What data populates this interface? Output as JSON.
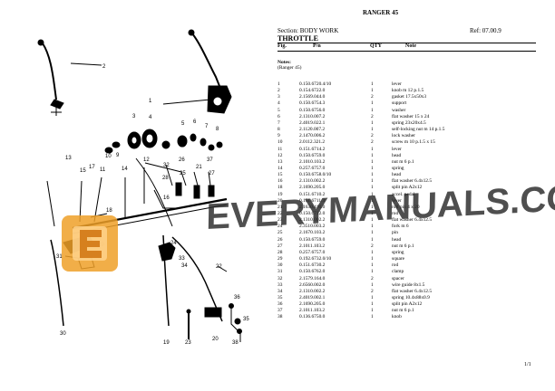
{
  "header": {
    "model": "RANGER 45",
    "section": "Section: BODY WORK",
    "ref": "Ref: 07.00.9",
    "title": "THROTTLE"
  },
  "columns": {
    "fig": "Fig.",
    "pn": "P/n",
    "qty": "QTY",
    "desc": "Note"
  },
  "notes": {
    "label": "Notes:",
    "text": "(Ranger 45)"
  },
  "parts": [
    {
      "fig": "1",
      "pn": "0.150.6720.4/10",
      "qty": "1",
      "desc": "lever"
    },
    {
      "fig": "2",
      "pn": "0.154.6722.0",
      "qty": "1",
      "desc": "knob m 12 p.1.5"
    },
    {
      "fig": "3",
      "pn": "2.1569.044.0",
      "qty": "2",
      "desc": "gasket 17.5x50x3"
    },
    {
      "fig": "4",
      "pn": "0.150.6754.3",
      "qty": "1",
      "desc": "support"
    },
    {
      "fig": "5",
      "pn": "0.150.6756.0",
      "qty": "1",
      "desc": "washer"
    },
    {
      "fig": "6",
      "pn": "2.1310.007.2",
      "qty": "2",
      "desc": "flat washer 15 x 24"
    },
    {
      "fig": "7",
      "pn": "2.4019.022.1",
      "qty": "1",
      "desc": "spring 23x20x4.5"
    },
    {
      "fig": "8",
      "pn": "2.1120.007.2",
      "qty": "1",
      "desc": "self-locking nut m 14 p.1.5"
    },
    {
      "fig": "9",
      "pn": "2.1470.006.2",
      "qty": "2",
      "desc": "lock washer"
    },
    {
      "fig": "10",
      "pn": "2.0112.321.2",
      "qty": "2",
      "desc": "screw m 10 p.1.5 x 15"
    },
    {
      "fig": "11",
      "pn": "0.151.6714.2",
      "qty": "1",
      "desc": "lever"
    },
    {
      "fig": "12",
      "pn": "0.150.6759.0",
      "qty": "1",
      "desc": "head"
    },
    {
      "fig": "13",
      "pn": "2.1010.103.2",
      "qty": "1",
      "desc": "nut m 6 p.1"
    },
    {
      "fig": "14",
      "pn": "0.257.6757.0",
      "qty": "1",
      "desc": "spring"
    },
    {
      "fig": "15",
      "pn": "0.150.6758.0/10",
      "qty": "1",
      "desc": "head"
    },
    {
      "fig": "16",
      "pn": "2.1310.002.2",
      "qty": "1",
      "desc": "flat washer 6.4x12.5"
    },
    {
      "fig": "18",
      "pn": "2.1690.205.0",
      "qty": "1",
      "desc": "split pin A2x12"
    },
    {
      "fig": "19",
      "pn": "0.151.6710.2",
      "qty": "1",
      "desc": "accel. pedal"
    },
    {
      "fig": "20",
      "pn": "0.151.6711.3",
      "qty": "1",
      "desc": "lever"
    },
    {
      "fig": "21",
      "pn": "2.1630.410.0",
      "qty": "1",
      "desc": "roll pin 4 x 20"
    },
    {
      "fig": "22",
      "pn": "0.150.6712.0",
      "qty": "1",
      "desc": "rod"
    },
    {
      "fig": "23",
      "pn": "2.1310.002.2",
      "qty": "1",
      "desc": "flat washer 6.4x12.5"
    },
    {
      "fig": "24",
      "pn": "2.3510.003.2",
      "qty": "1",
      "desc": "fork m 6"
    },
    {
      "fig": "25",
      "pn": "2.1670.103.2",
      "qty": "1",
      "desc": "pin"
    },
    {
      "fig": "26",
      "pn": "0.150.6759.0",
      "qty": "1",
      "desc": "head"
    },
    {
      "fig": "27",
      "pn": "2.1011.103.2",
      "qty": "2",
      "desc": "nut m 6 p.1"
    },
    {
      "fig": "28",
      "pn": "0.257.6757.0",
      "qty": "1",
      "desc": "spring"
    },
    {
      "fig": "29",
      "pn": "0.192.6732.0/10",
      "qty": "1",
      "desc": "square"
    },
    {
      "fig": "30",
      "pn": "0.151.6730.2",
      "qty": "1",
      "desc": "rod"
    },
    {
      "fig": "31",
      "pn": "0.150.6762.0",
      "qty": "1",
      "desc": "clamp"
    },
    {
      "fig": "32",
      "pn": "2.1579.164.0",
      "qty": "2",
      "desc": "spacer"
    },
    {
      "fig": "33",
      "pn": "2.6560.002.0",
      "qty": "1",
      "desc": "wire guide 8x1.5"
    },
    {
      "fig": "34",
      "pn": "2.1310.002.2",
      "qty": "2",
      "desc": "flat washer 6.4x12.5"
    },
    {
      "fig": "35",
      "pn": "2.4019.002.1",
      "qty": "1",
      "desc": "spring 10.4x88x0.9"
    },
    {
      "fig": "36",
      "pn": "2.1690.205.0",
      "qty": "1",
      "desc": "split pin A2x12"
    },
    {
      "fig": "37",
      "pn": "2.1011.103.2",
      "qty": "1",
      "desc": "nut m 6 p.1"
    },
    {
      "fig": "38",
      "pn": "0.136.6750.0",
      "qty": "1",
      "desc": "knob"
    }
  ],
  "watermark": "EVERYMANUALS.COM",
  "footer": {
    "page": "1/1"
  },
  "diagram_callouts": [
    "2",
    "1",
    "3",
    "4",
    "5",
    "6",
    "7",
    "8",
    "9",
    "10",
    "11",
    "13",
    "15",
    "17",
    "18",
    "14",
    "12",
    "32",
    "28",
    "26",
    "37",
    "21",
    "25",
    "27",
    "31",
    "29",
    "24",
    "22",
    "33",
    "34",
    "30",
    "19",
    "23",
    "20",
    "35",
    "36",
    "38",
    "16"
  ]
}
